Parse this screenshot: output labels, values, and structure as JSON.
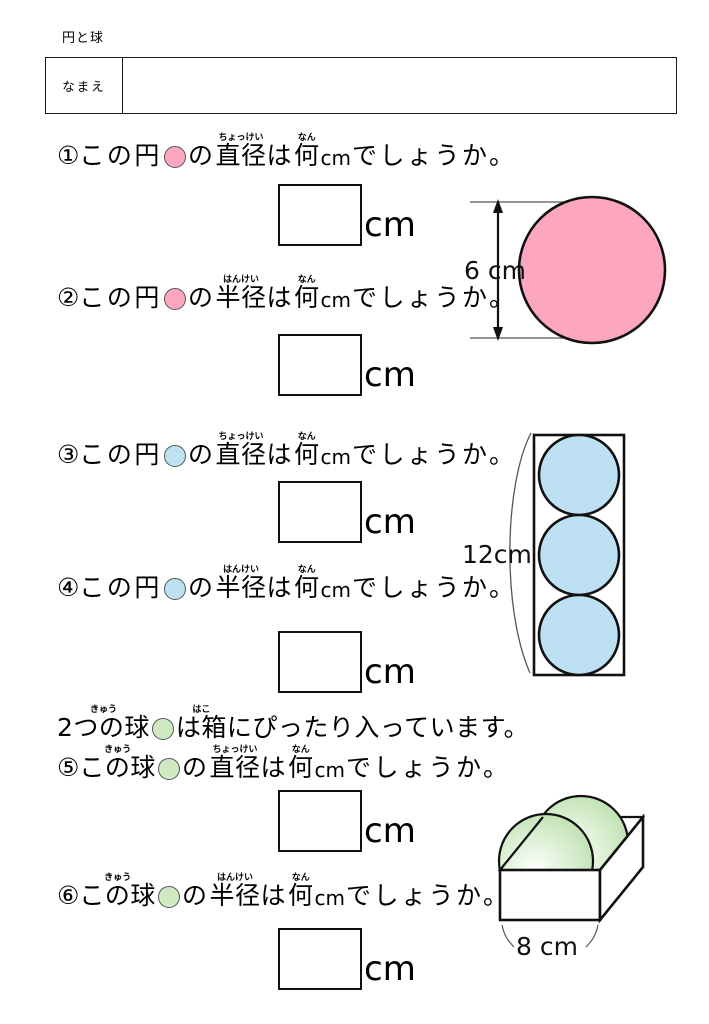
{
  "header": {
    "unit_title": "円と球",
    "name_label": "なまえ",
    "name_value": ""
  },
  "answer_unit": "cm",
  "questions": [
    {
      "number": "①",
      "prefix": "この円",
      "marker": "pink-circle",
      "particle": "の",
      "term": "直径",
      "term_ruby": "ちょっけい",
      "mid": "は",
      "what": "何",
      "what_ruby": "なん",
      "unit": "cm",
      "suffix": "でしょうか。"
    },
    {
      "number": "②",
      "prefix": "この円",
      "marker": "pink-circle",
      "particle": "の",
      "term": "半径",
      "term_ruby": "はんけい",
      "mid": "は",
      "what": "何",
      "what_ruby": "なん",
      "unit": "cm",
      "suffix": "でしょうか。"
    },
    {
      "number": "③",
      "prefix": "この円",
      "marker": "blue-circle",
      "particle": "の",
      "term": "直径",
      "term_ruby": "ちょっけい",
      "mid": "は",
      "what": "何",
      "what_ruby": "なん",
      "unit": "cm",
      "suffix": "でしょうか。"
    },
    {
      "number": "④",
      "prefix": "この円",
      "marker": "blue-circle",
      "particle": "の",
      "term": "半径",
      "term_ruby": "はんけい",
      "mid": "は",
      "what": "何",
      "what_ruby": "なん",
      "unit": "cm",
      "suffix": "でしょうか。"
    },
    {
      "number": "⑤",
      "prefix": "この球",
      "prefix_ruby": "きゅう",
      "marker": "green-circle",
      "particle": "の",
      "term": "直径",
      "term_ruby": "ちょっけい",
      "mid": "は",
      "what": "何",
      "what_ruby": "なん",
      "unit": "cm",
      "suffix": "でしょうか。"
    },
    {
      "number": "⑥",
      "prefix": "この球",
      "prefix_ruby": "きゅう",
      "marker": "green-circle",
      "particle": "の",
      "term": "半径",
      "term_ruby": "はんけい",
      "mid": "は",
      "what": "何",
      "what_ruby": "なん",
      "unit": "cm",
      "suffix": "でしょうか。"
    }
  ],
  "statement": {
    "lead": "2つの球",
    "lead_ruby": "きゅう",
    "marker": "green-circle",
    "mid": "は箱",
    "mid_ruby": "はこ",
    "tail": "にぴったり入っています。"
  },
  "figures": {
    "pink_circle": {
      "dimension_label": "6 cm",
      "fill": "#fca7be",
      "stroke": "#111111"
    },
    "blue_stack": {
      "dimension_label": "12cm",
      "count": 3,
      "fill": "#bde0f2",
      "stroke": "#111111"
    },
    "green_box": {
      "dimension_label": "8 cm",
      "sphere_count": 2,
      "fill": "#cfe9c3",
      "stroke": "#111111"
    }
  }
}
